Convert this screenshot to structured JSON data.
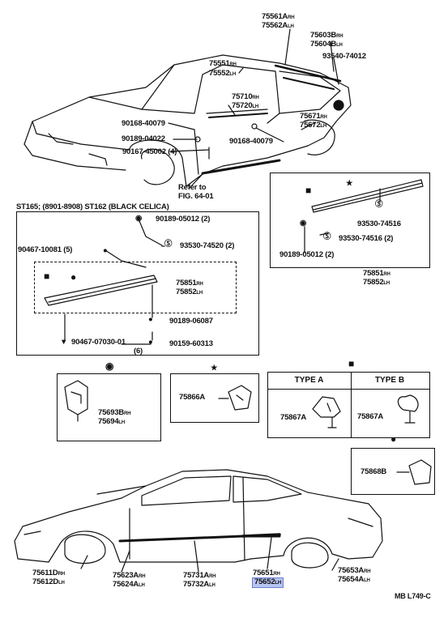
{
  "labels": {
    "p75561": "75561A",
    "p75561_side": "RH",
    "p75562": "75562A",
    "p75562_side": "LH",
    "p75603": "75603B",
    "p75603_side": "RH",
    "p75604": "75604B",
    "p75604_side": "LH",
    "p93540": "93540-74012",
    "p75551": "75551",
    "p75551_side": "RH",
    "p75552": "75552",
    "p75552_side": "LH",
    "p75710": "75710",
    "p75710_side": "RH",
    "p75720": "75720",
    "p75720_side": "LH",
    "p75671": "75671",
    "p75671_side": "RH",
    "p75672": "75672",
    "p75672_side": "LH",
    "p90168a": "90168-40079",
    "p90189a": "90189-04022",
    "p90168b": "90168-40079",
    "p90167": "90167-45002 (4)",
    "refer1": "Refer to",
    "refer2": "FIG. 64-01",
    "model": "ST165; (8901-8908) ST162 (BLACK CELICA)",
    "p90189b": "90189-05012 (2)",
    "p90467a": "90467-10081 (5)",
    "p93530a": "93530-74520 (2)",
    "p75851a": "75851",
    "p75851a_side": "RH",
    "p75852a": "75852",
    "p75852a_side": "LH",
    "p90189c": "90189-06087",
    "p90467b": "90467-07030-01",
    "p90467b_qty": "(6)",
    "p90159": "90159-60313",
    "p93530b": "93530-74516",
    "p93530c": "93530-74516 (2)",
    "p90189d": "90189-05012 (2)",
    "p75851b": "75851",
    "p75851b_side": "RH",
    "p75852b": "75852",
    "p75852b_side": "LH",
    "p75693": "75693B",
    "p75693_side": "RH",
    "p75694": "75694",
    "p75694_side": "LH",
    "p75866": "75866A",
    "typeA": "TYPE A",
    "typeB": "TYPE B",
    "p75867a": "75867A",
    "p75867b": "75867A",
    "p75868": "75868B",
    "p75611": "75611D",
    "p75611_side": "RH",
    "p75612": "75612D",
    "p75612_side": "LH",
    "p75623": "75623A",
    "p75623_side": "RH",
    "p75624": "75624A",
    "p75624_side": "LH",
    "p75731": "75731A",
    "p75731_side": "RH",
    "p75732": "75732A",
    "p75732_side": "LH",
    "p75651": "75651",
    "p75651_side": "RH",
    "p75652": "75652",
    "p75652_side": "LH",
    "p75653": "75653A",
    "p75653_side": "RH",
    "p75654": "75654A",
    "p75654_side": "LH",
    "figure_id": "MB L749-C"
  }
}
